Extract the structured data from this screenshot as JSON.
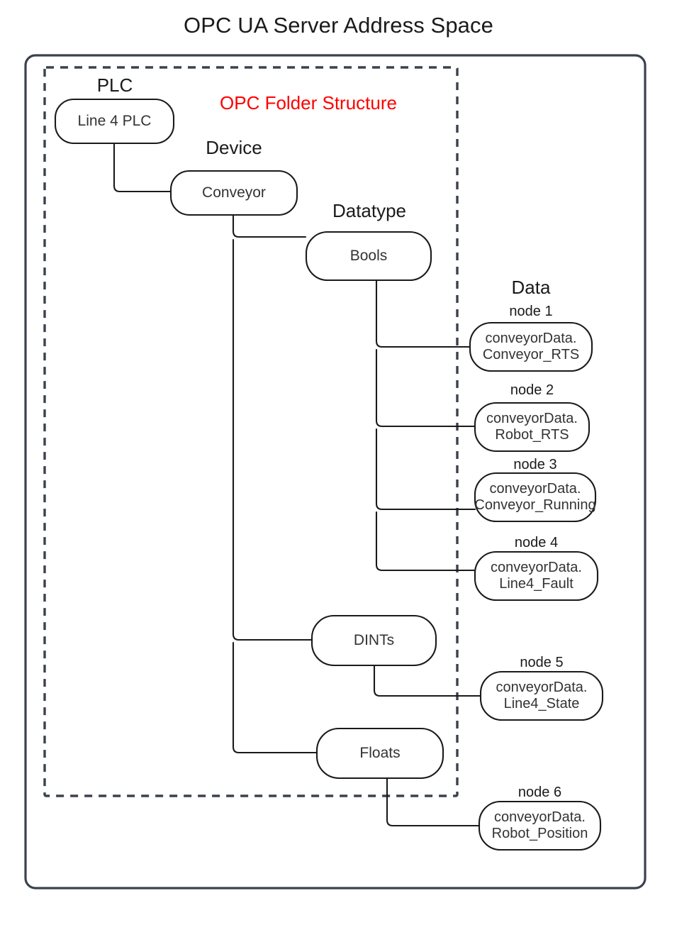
{
  "diagram": {
    "title": "OPC UA Server Address Space",
    "folder_structure_label": "OPC Folder Structure",
    "folder_structure_color": "#ff0000",
    "outer_frame_color": "#3b414d",
    "dashed_frame_color": "#3b414d",
    "node_stroke_color": "#1a1a1a",
    "text_color": "#333333"
  },
  "group_labels": {
    "plc": "PLC",
    "device": "Device",
    "datatype": "Datatype",
    "data": "Data"
  },
  "folders": {
    "plc": {
      "label": "Line 4 PLC"
    },
    "device": {
      "label": "Conveyor"
    },
    "bools": {
      "label": "Bools"
    },
    "dints": {
      "label": "DINTs"
    },
    "floats": {
      "label": "Floats"
    }
  },
  "nodes": [
    {
      "caption": "node 1",
      "line1": "conveyorData.",
      "line2": "Conveyor_RTS"
    },
    {
      "caption": "node 2",
      "line1": "conveyorData.",
      "line2": "Robot_RTS"
    },
    {
      "caption": "node 3",
      "line1": "conveyorData.",
      "line2": "Conveyor_Running"
    },
    {
      "caption": "node 4",
      "line1": "conveyorData.",
      "line2": "Line4_Fault"
    },
    {
      "caption": "node 5",
      "line1": "conveyorData.",
      "line2": "Line4_State"
    },
    {
      "caption": "node 6",
      "line1": "conveyorData.",
      "line2": "Robot_Position"
    }
  ]
}
